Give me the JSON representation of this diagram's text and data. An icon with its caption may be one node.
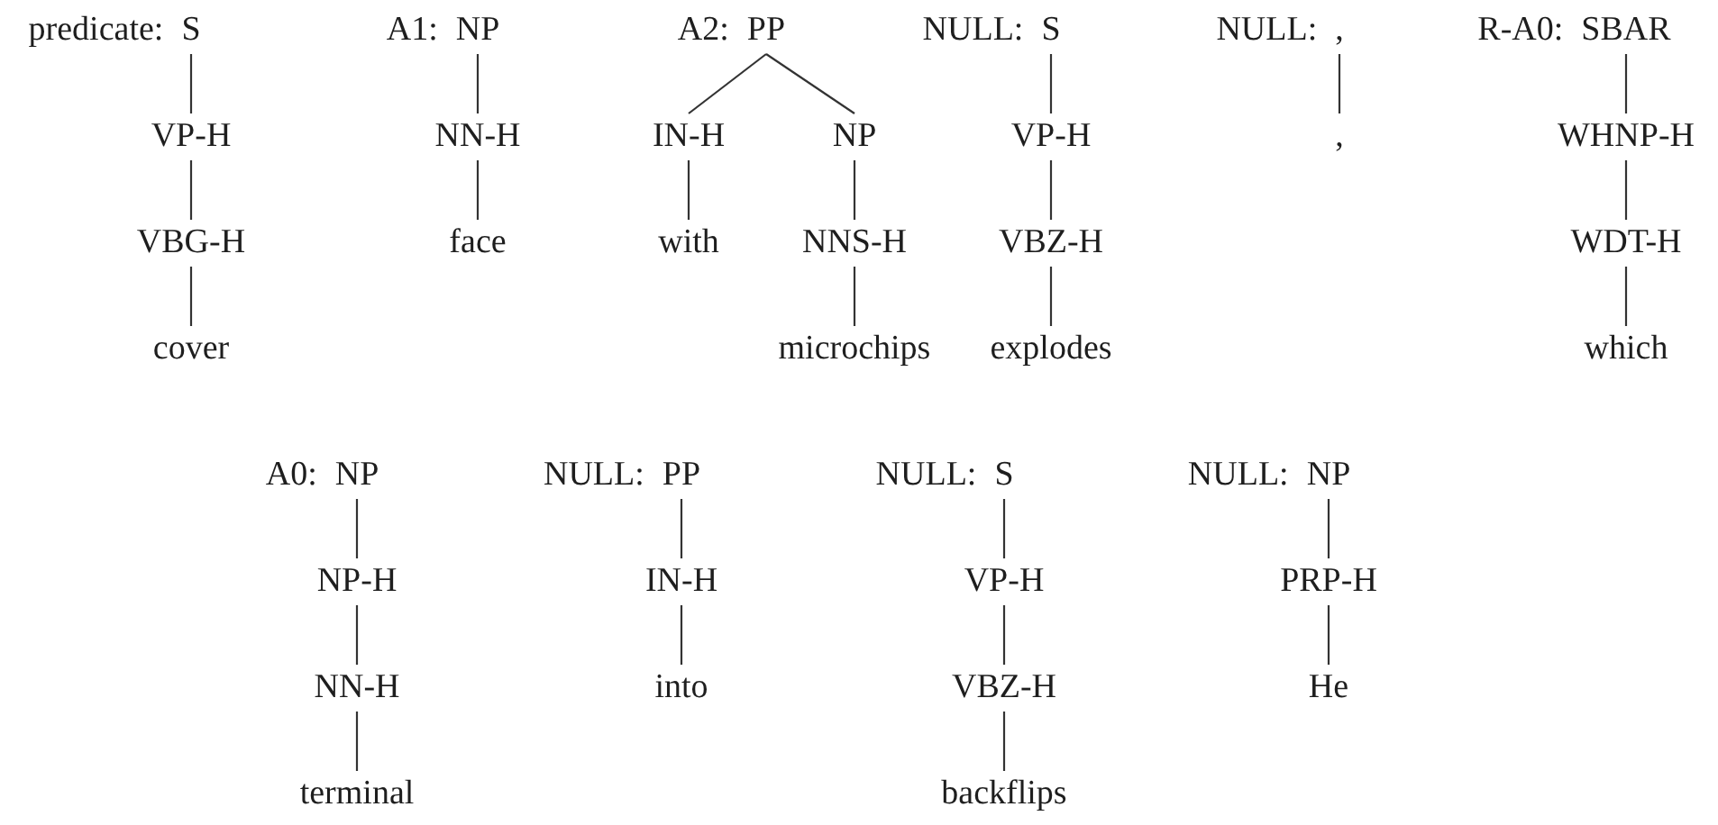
{
  "diagram": {
    "nodes": [
      {
        "text": [
          "S"
        ],
        "beside": [
          "predicate:"
        ]
      },
      {
        "text": [
          "VP-H"
        ]
      },
      {
        "text": [
          "VBG-H"
        ]
      },
      {
        "text": [
          "cover"
        ]
      },
      {
        "text": [
          "NP"
        ],
        "beside": [
          "A1:"
        ]
      },
      {
        "text": [
          "NN-H"
        ]
      },
      {
        "text": [
          "face"
        ]
      },
      {
        "text": [
          "PP"
        ],
        "beside": [
          "A2:"
        ]
      },
      {
        "text": [
          "IN-H"
        ]
      },
      {
        "text": [
          "NP"
        ]
      },
      {
        "text": [
          "with"
        ]
      },
      {
        "text": [
          "NNS-H"
        ]
      },
      {
        "text": [
          "microchips"
        ]
      },
      {
        "text": [
          "S"
        ],
        "beside": [
          "NULL:"
        ]
      },
      {
        "text": [
          "VP-H"
        ]
      },
      {
        "text": [
          "VBZ-H"
        ]
      },
      {
        "text": [
          "explodes"
        ]
      },
      {
        "text": [
          ","
        ],
        "beside": [
          "NULL:"
        ]
      },
      {
        "text": [
          ","
        ]
      },
      {
        "text": [
          "SBAR"
        ],
        "beside": [
          "R-A0:"
        ]
      },
      {
        "text": [
          "WHNP-H"
        ]
      },
      {
        "text": [
          "WDT-H"
        ]
      },
      {
        "text": [
          "which"
        ]
      },
      {
        "text": [
          "NP"
        ],
        "beside": [
          "A0:"
        ]
      },
      {
        "text": [
          "NP-H"
        ]
      },
      {
        "text": [
          "NN-H"
        ]
      },
      {
        "text": [
          "terminal"
        ]
      },
      {
        "text": [
          "PP"
        ],
        "beside": [
          "NULL:"
        ]
      },
      {
        "text": [
          "IN-H"
        ]
      },
      {
        "text": [
          "into"
        ]
      },
      {
        "text": [
          "S"
        ],
        "beside": [
          "NULL:"
        ]
      },
      {
        "text": [
          "VP-H"
        ]
      },
      {
        "text": [
          "VBZ-H"
        ]
      },
      {
        "text": [
          "backflips"
        ]
      },
      {
        "text": [
          "NP"
        ],
        "beside": [
          "NULL:"
        ]
      },
      {
        "text": [
          "PRP-H"
        ]
      },
      {
        "text": [
          "He"
        ]
      }
    ],
    "edges": [
      {
        "from": 0,
        "to": 1,
        "arrow": "none"
      },
      {
        "from": 1,
        "to": 2,
        "arrow": "none"
      },
      {
        "from": 2,
        "to": 3,
        "arrow": "none"
      },
      {
        "from": 4,
        "to": 5,
        "arrow": "none"
      },
      {
        "from": 5,
        "to": 6,
        "arrow": "none"
      },
      {
        "from": 7,
        "to": 8,
        "arrow": "none"
      },
      {
        "from": 7,
        "to": 9,
        "arrow": "none"
      },
      {
        "from": 8,
        "to": 10,
        "arrow": "none"
      },
      {
        "from": 9,
        "to": 11,
        "arrow": "none"
      },
      {
        "from": 11,
        "to": 12,
        "arrow": "none"
      },
      {
        "from": 13,
        "to": 14,
        "arrow": "none"
      },
      {
        "from": 14,
        "to": 15,
        "arrow": "none"
      },
      {
        "from": 15,
        "to": 16,
        "arrow": "none"
      },
      {
        "from": 17,
        "to": 18,
        "arrow": "none"
      },
      {
        "from": 19,
        "to": 20,
        "arrow": "none"
      },
      {
        "from": 20,
        "to": 21,
        "arrow": "none"
      },
      {
        "from": 21,
        "to": 22,
        "arrow": "none"
      },
      {
        "from": 23,
        "to": 24,
        "arrow": "none"
      },
      {
        "from": 24,
        "to": 25,
        "arrow": "none"
      },
      {
        "from": 25,
        "to": 26,
        "arrow": "none"
      },
      {
        "from": 27,
        "to": 28,
        "arrow": "none"
      },
      {
        "from": 28,
        "to": 29,
        "arrow": "none"
      },
      {
        "from": 30,
        "to": 31,
        "arrow": "none"
      },
      {
        "from": 31,
        "to": 32,
        "arrow": "none"
      },
      {
        "from": 32,
        "to": 33,
        "arrow": "none"
      },
      {
        "from": 34,
        "to": 35,
        "arrow": "none"
      },
      {
        "from": 35,
        "to": 36,
        "arrow": "none"
      }
    ]
  }
}
